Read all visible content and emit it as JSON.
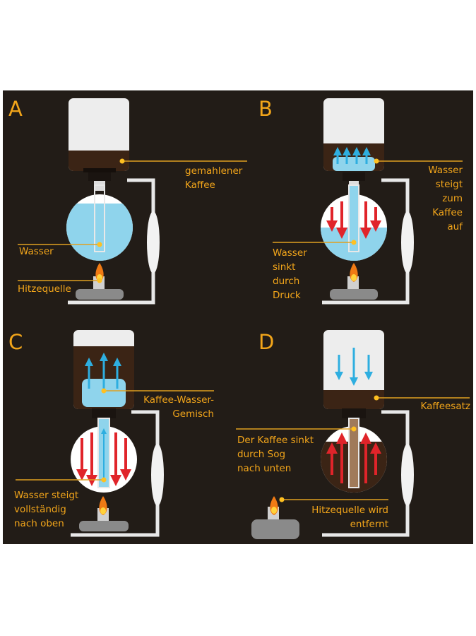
{
  "colors": {
    "background": "#221c17",
    "label": "#f2a51a",
    "leader_line": "#e0a020",
    "water": "#8fd4ec",
    "coffee": "#3b2415",
    "arrow_red": "#e0242a",
    "arrow_blue": "#2eaee0",
    "glass": "#ededed",
    "burner": "#8a8a8a"
  },
  "panels": [
    {
      "letter": "A",
      "labels": [
        {
          "id": "ground-coffee",
          "lines": [
            "gemahlener",
            "Kaffee"
          ]
        },
        {
          "id": "water",
          "lines": [
            "Wasser"
          ]
        },
        {
          "id": "heat-source",
          "lines": [
            "Hitzequelle"
          ]
        }
      ]
    },
    {
      "letter": "B",
      "labels": [
        {
          "id": "water-rises",
          "lines": [
            "Wasser",
            "steigt",
            "zum",
            "Kaffee",
            "auf"
          ]
        },
        {
          "id": "water-sinks",
          "lines": [
            "Wasser",
            "sinkt",
            "durch",
            "Druck"
          ]
        }
      ]
    },
    {
      "letter": "C",
      "labels": [
        {
          "id": "coffee-water-mix",
          "lines": [
            "Kaffee-Wasser-",
            "Gemisch"
          ]
        },
        {
          "id": "water-fully-up",
          "lines": [
            "Wasser steigt",
            "vollständig",
            "nach oben"
          ]
        }
      ]
    },
    {
      "letter": "D",
      "labels": [
        {
          "id": "grounds",
          "lines": [
            "Kaffeesatz"
          ]
        },
        {
          "id": "coffee-sinks",
          "lines": [
            "Der Kaffee sinkt",
            "durch Sog",
            "nach unten"
          ]
        },
        {
          "id": "heat-removed",
          "lines": [
            "Hitzequelle wird",
            "entfernt"
          ]
        }
      ]
    }
  ]
}
